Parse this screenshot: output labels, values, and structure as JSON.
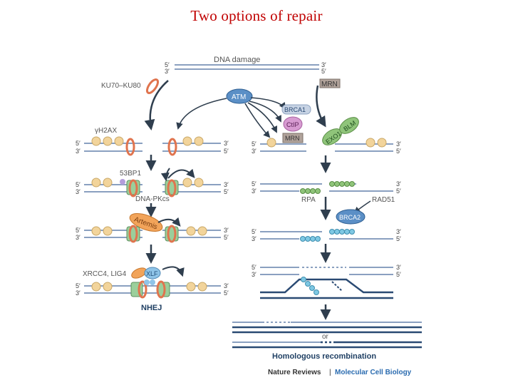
{
  "slide": {
    "title": "Two  options of repair"
  },
  "diagram": {
    "top_label": "DNA damage",
    "strand_ends": {
      "five": "5′",
      "three": "3′"
    },
    "nhej": {
      "ku": "KU70–KU80",
      "h2ax": "γH2AX",
      "bp53": "53BP1",
      "dnapkcs": "DNA-PKcs",
      "artemis": "Artemis",
      "xrcc4": "XRCC4, LIG4",
      "xlf": "XLF",
      "label": "NHEJ"
    },
    "hr": {
      "atm": "ATM",
      "mrn": "MRN",
      "brca1": "BRCA1",
      "ctip": "CtIP",
      "exo1": "EXO1",
      "blm": "BLM",
      "rpa": "RPA",
      "rad51": "RAD51",
      "brca2": "BRCA2",
      "or": "or",
      "label": "Homologous recombination"
    },
    "credit_left": "Nature Reviews",
    "credit_sep": "|",
    "credit_right": "Molecular Cell Biology",
    "colors": {
      "strand": "#8aa0c0",
      "strand_dark": "#2a4a73",
      "ku_ring": "#e0744e",
      "h2ax": "#f2d49b",
      "atm": "#5b8fc6",
      "mrn": "#b0a29a",
      "brca1": "#c7d3e4",
      "ctip": "#d79bd1",
      "exo_blm": "#8fc47a",
      "rpa": "#8fc47a",
      "rad51": "#7ec8e3",
      "dnapk": "#9bcf9b",
      "artemis": "#f2a45a",
      "xrcc4": "#f2a45a",
      "xlf": "#8fc4e8",
      "arrow": "#2f3e4e",
      "title": "#c00000",
      "credit_blue": "#2b6cb0"
    }
  }
}
